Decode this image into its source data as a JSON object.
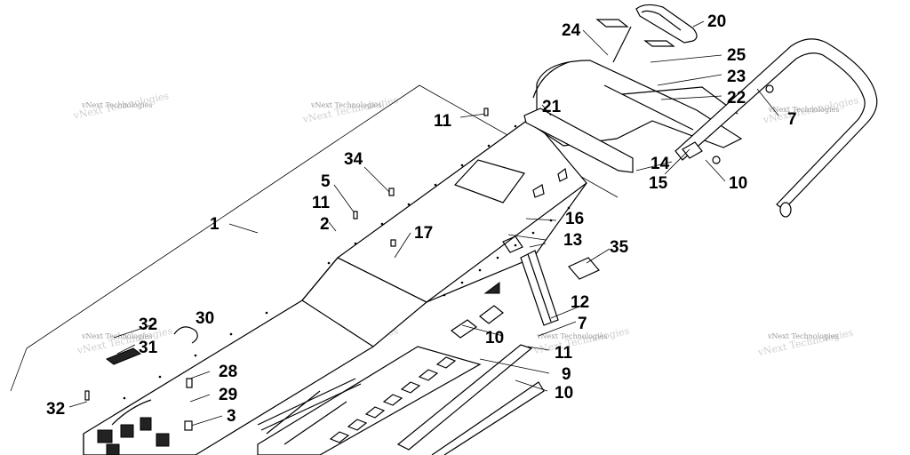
{
  "watermark": "vNext Technologies",
  "callouts": [
    "1",
    "2",
    "3",
    "5",
    "7",
    "7",
    "9",
    "10",
    "10",
    "10",
    "11",
    "11",
    "11",
    "12",
    "13",
    "14",
    "15",
    "16",
    "17",
    "20",
    "21",
    "22",
    "23",
    "24",
    "25",
    "28",
    "29",
    "30",
    "31",
    "32",
    "32",
    "34",
    "35"
  ]
}
